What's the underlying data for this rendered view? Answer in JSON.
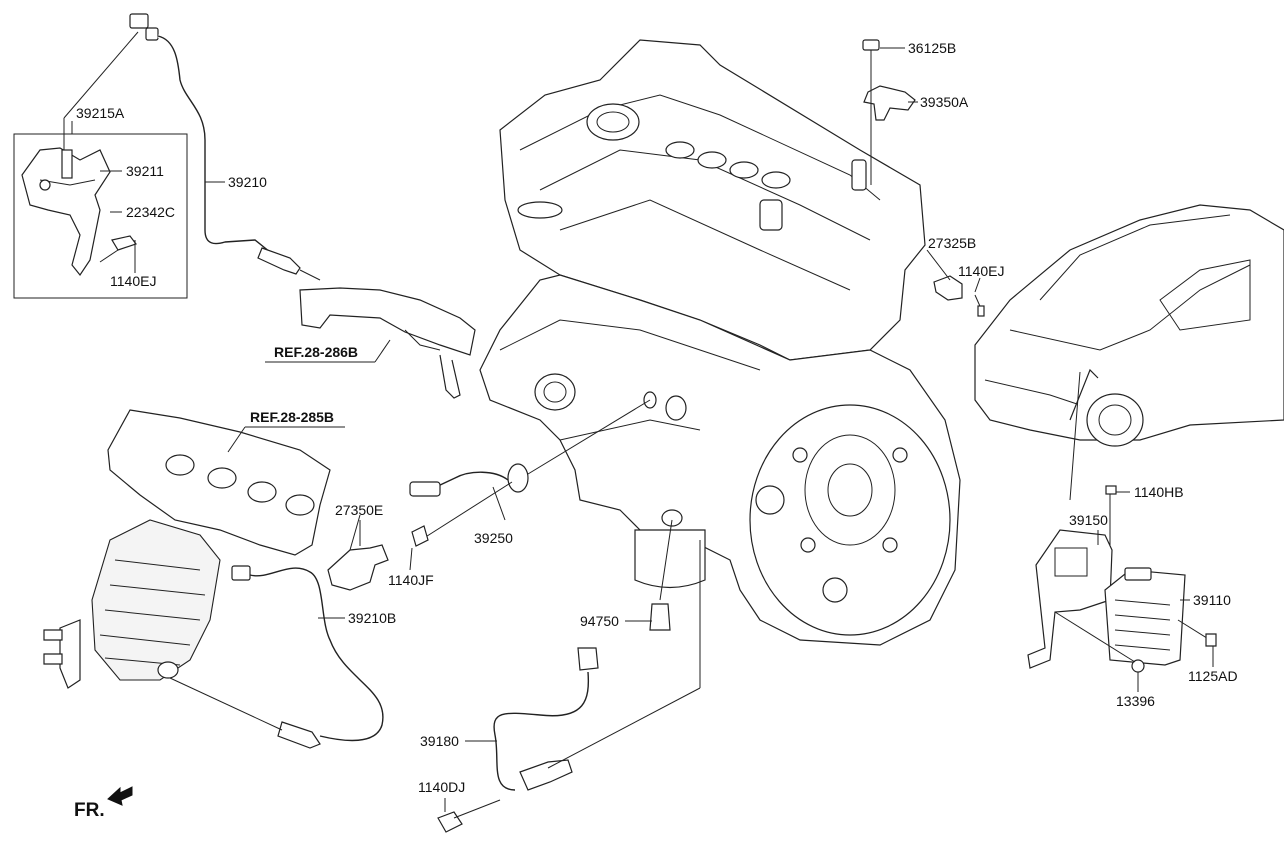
{
  "labels": {
    "p39215A": "39215A",
    "p39211": "39211",
    "p22342C": "22342C",
    "p1140EJ_left": "1140EJ",
    "p39210": "39210",
    "p36125B": "36125B",
    "p39350A": "39350A",
    "p27325B": "27325B",
    "p1140EJ_right": "1140EJ",
    "ref_286B": "REF.28-286B",
    "ref_285B": "REF.28-285B",
    "p27350E": "27350E",
    "p39250": "39250",
    "p1140JF": "1140JF",
    "p39210B": "39210B",
    "p94750": "94750",
    "p39180": "39180",
    "p1140DJ": "1140DJ",
    "p39150": "39150",
    "p1140HB": "1140HB",
    "p39110": "39110",
    "p1125AD": "1125AD",
    "p13396": "13396",
    "fr": "FR."
  },
  "icons": {
    "front_direction": "arrow-icon"
  }
}
